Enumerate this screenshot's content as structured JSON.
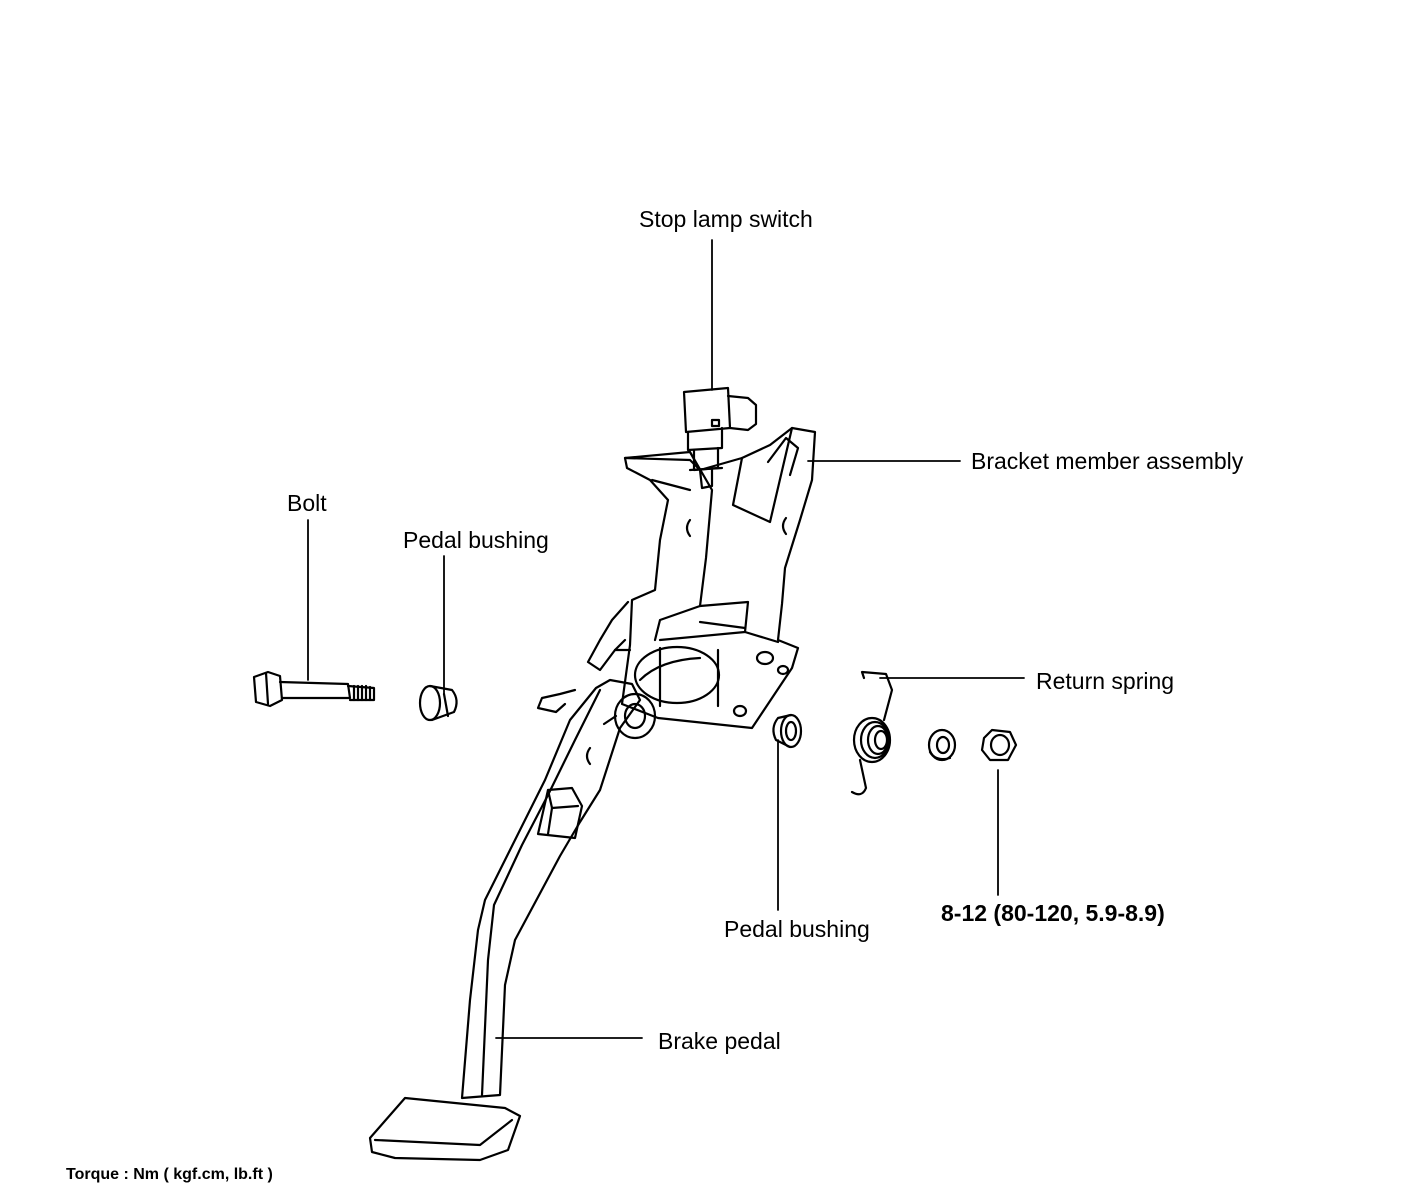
{
  "labels": {
    "stop_lamp_switch": "Stop lamp switch",
    "bracket_member_assembly": "Bracket member assembly",
    "bolt": "Bolt",
    "pedal_bushing_left": "Pedal bushing",
    "return_spring": "Return spring",
    "pedal_bushing_right": "Pedal bushing",
    "nut_torque": "8-12 (80-120, 5.9-8.9)",
    "brake_pedal": "Brake pedal"
  },
  "footnote": "Torque : Nm ( kgf.cm, lb.ft )"
}
